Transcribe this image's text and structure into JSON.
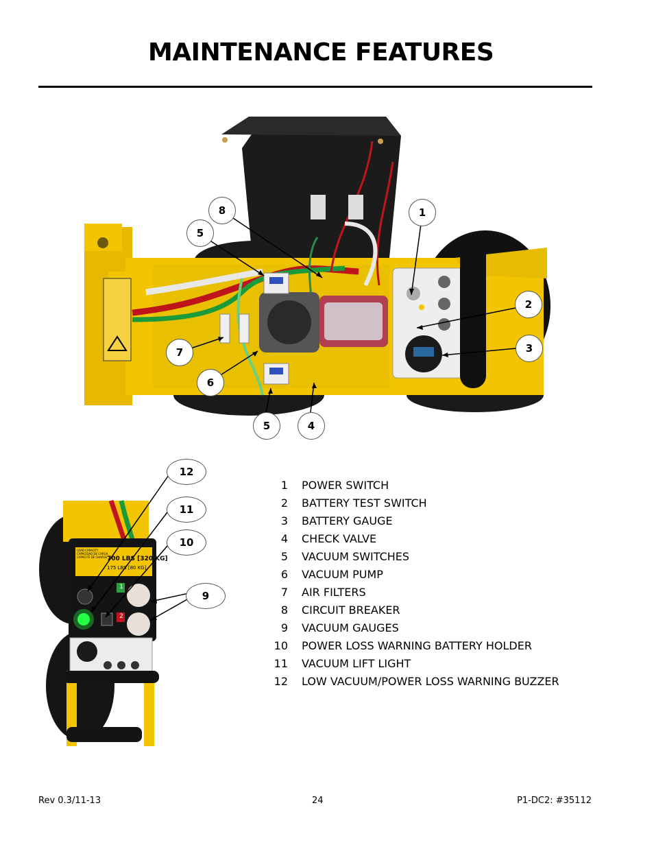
{
  "page": {
    "title": "MAINTENANCE FEATURES"
  },
  "callouts": {
    "top": [
      "8",
      "5",
      "1",
      "2",
      "3",
      "7",
      "6",
      "5",
      "4"
    ],
    "bottom": [
      "12",
      "11",
      "10",
      "9"
    ]
  },
  "panel_label": {
    "line1": "LOAD CAPACITY",
    "line2": "CAPACIDAD DE CARGA",
    "line3": "CAPACITÉ DE CHARGE",
    "capacity_main": "700 LBS [320 KG]",
    "capacity_sub": "175 LBS [80 KG]",
    "gauge1_num": "1",
    "gauge2_num": "2"
  },
  "legend": [
    {
      "num": "1",
      "label": "POWER SWITCH"
    },
    {
      "num": "2",
      "label": "BATTERY TEST SWITCH"
    },
    {
      "num": "3",
      "label": "BATTERY GAUGE"
    },
    {
      "num": "4",
      "label": "CHECK VALVE"
    },
    {
      "num": "5",
      "label": "VACUUM SWITCHES"
    },
    {
      "num": "6",
      "label": "VACUUM PUMP"
    },
    {
      "num": "7",
      "label": "AIR FILTERS"
    },
    {
      "num": "8",
      "label": "CIRCUIT BREAKER"
    },
    {
      "num": "9",
      "label": "VACUUM GAUGES"
    },
    {
      "num": "10",
      "label": "POWER LOSS WARNING BATTERY HOLDER"
    },
    {
      "num": "11",
      "label": "VACUUM LIFT LIGHT"
    },
    {
      "num": "12",
      "label": "LOW VACUUM/POWER LOSS WARNING BUZZER"
    }
  ],
  "footer": {
    "revision": "Rev 0.3/11-13",
    "page_number": "24",
    "model": "P1-DC2: #35112"
  },
  "colors": {
    "frame_yellow": "#f2c500",
    "hose_red": "#c0141c",
    "hose_green": "#1a9a3a",
    "light_green": "#22ff44"
  }
}
